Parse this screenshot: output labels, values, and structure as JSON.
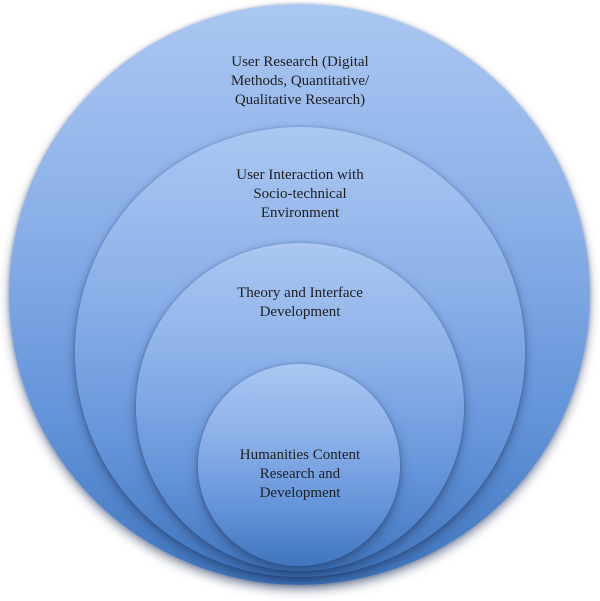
{
  "diagram": {
    "type": "nested-circles",
    "rings": [
      {
        "id": "user-research",
        "full_text": "User Research (Digital Methods, Quantitative/ Qualitative Research)",
        "lines": [
          "User Research (Digital",
          "Methods, Quantitative/",
          "Qualitative Research)"
        ]
      },
      {
        "id": "user-interaction",
        "full_text": "User Interaction with Socio-technical Environment",
        "lines": [
          "User Interaction with",
          "Socio-technical",
          "Environment"
        ]
      },
      {
        "id": "theory-interface",
        "full_text": "Theory and Interface Development",
        "lines": [
          "Theory and Interface",
          "Development"
        ]
      },
      {
        "id": "humanities-content",
        "full_text": "Humanities Content Research and Development",
        "lines": [
          "Humanities Content",
          "Research and",
          "Development"
        ]
      }
    ],
    "colors": {
      "background": "#ffffff",
      "circle_gradient_top": "#abc7f2",
      "circle_gradient_upper_mid": "#8aafe8",
      "circle_gradient_lower_mid": "#6293d9",
      "circle_gradient_bottom": "#4076bd",
      "text": "#1f1f1f",
      "shadow": "rgba(25,45,85,0.50)"
    }
  }
}
